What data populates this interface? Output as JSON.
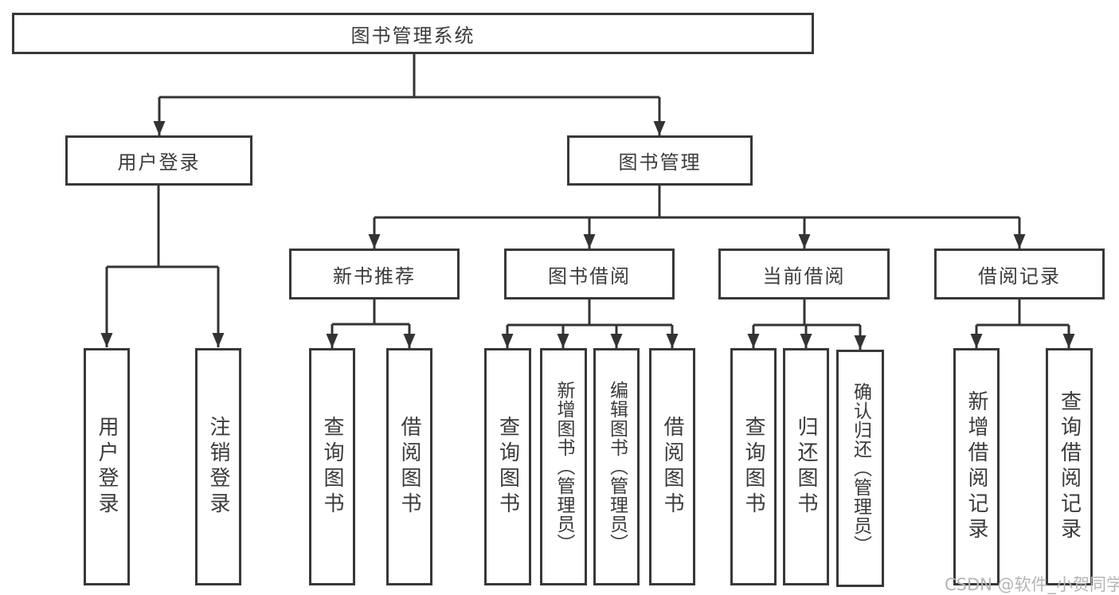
{
  "tree": {
    "label": "图书管理系统",
    "children": [
      {
        "label": "用户登录",
        "children": [
          {
            "label": "用户登录"
          },
          {
            "label": "注销登录"
          }
        ]
      },
      {
        "label": "图书管理",
        "children": [
          {
            "label": "新书推荐",
            "children": [
              {
                "label": "查询图书"
              },
              {
                "label": "借阅图书"
              }
            ]
          },
          {
            "label": "图书借阅",
            "children": [
              {
                "label": "查询图书"
              },
              {
                "label": "新增图书（管理员）"
              },
              {
                "label": "编辑图书（管理员）"
              },
              {
                "label": "借阅图书"
              }
            ]
          },
          {
            "label": "当前借阅",
            "children": [
              {
                "label": "查询图书"
              },
              {
                "label": "归还图书"
              },
              {
                "label": "确认归还（管理员）"
              }
            ]
          },
          {
            "label": "借阅记录",
            "children": [
              {
                "label": "新增借阅记录"
              },
              {
                "label": "查询借阅记录"
              }
            ]
          }
        ]
      }
    ]
  },
  "watermark": "CSDN @软件_小贺同学",
  "colors": {
    "line": "#383838",
    "text": "#3b3b3b",
    "watermark": "#b5b5b5",
    "background": "#ffffff"
  }
}
